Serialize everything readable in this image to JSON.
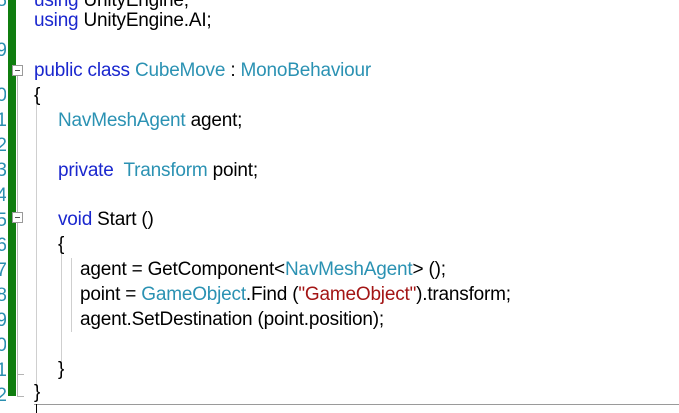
{
  "editor": {
    "line_numbers": [
      "8",
      "9",
      "0",
      "1",
      "2",
      "3",
      "4",
      "5",
      "6",
      "7",
      "8",
      "9",
      "0",
      "1",
      "2"
    ],
    "lines": [
      {
        "kind": "using_partial",
        "keyword": "using",
        "rest": "UnityEngine;"
      },
      {
        "kind": "using",
        "keyword": "using",
        "rest": "UnityEngine.AI;"
      },
      {
        "kind": "class_decl",
        "kw1": "public",
        "kw2": "class",
        "name": "CubeMove",
        "sep": ":",
        "base": "MonoBehaviour"
      },
      {
        "kind": "brace",
        "text": "{"
      },
      {
        "kind": "field",
        "type": "NavMeshAgent",
        "rest": "agent;"
      },
      {
        "kind": "private_field",
        "keyword": "private",
        "type": "Transform",
        "rest": "point;"
      },
      {
        "kind": "method",
        "keyword": "void",
        "rest": "Start ()"
      },
      {
        "kind": "brace",
        "text": "{"
      },
      {
        "kind": "stmt1",
        "pre": "agent = GetComponent<",
        "type": "NavMeshAgent",
        "post": "> ();"
      },
      {
        "kind": "stmt2",
        "pre": "point = ",
        "type": "GameObject",
        "mid": ".Find (",
        "str": "\"GameObject\"",
        "post": ").transform;"
      },
      {
        "kind": "stmt3",
        "text": "agent.SetDestination (point.position);"
      },
      {
        "kind": "brace",
        "text": "}"
      },
      {
        "kind": "brace",
        "text": "}"
      }
    ]
  }
}
